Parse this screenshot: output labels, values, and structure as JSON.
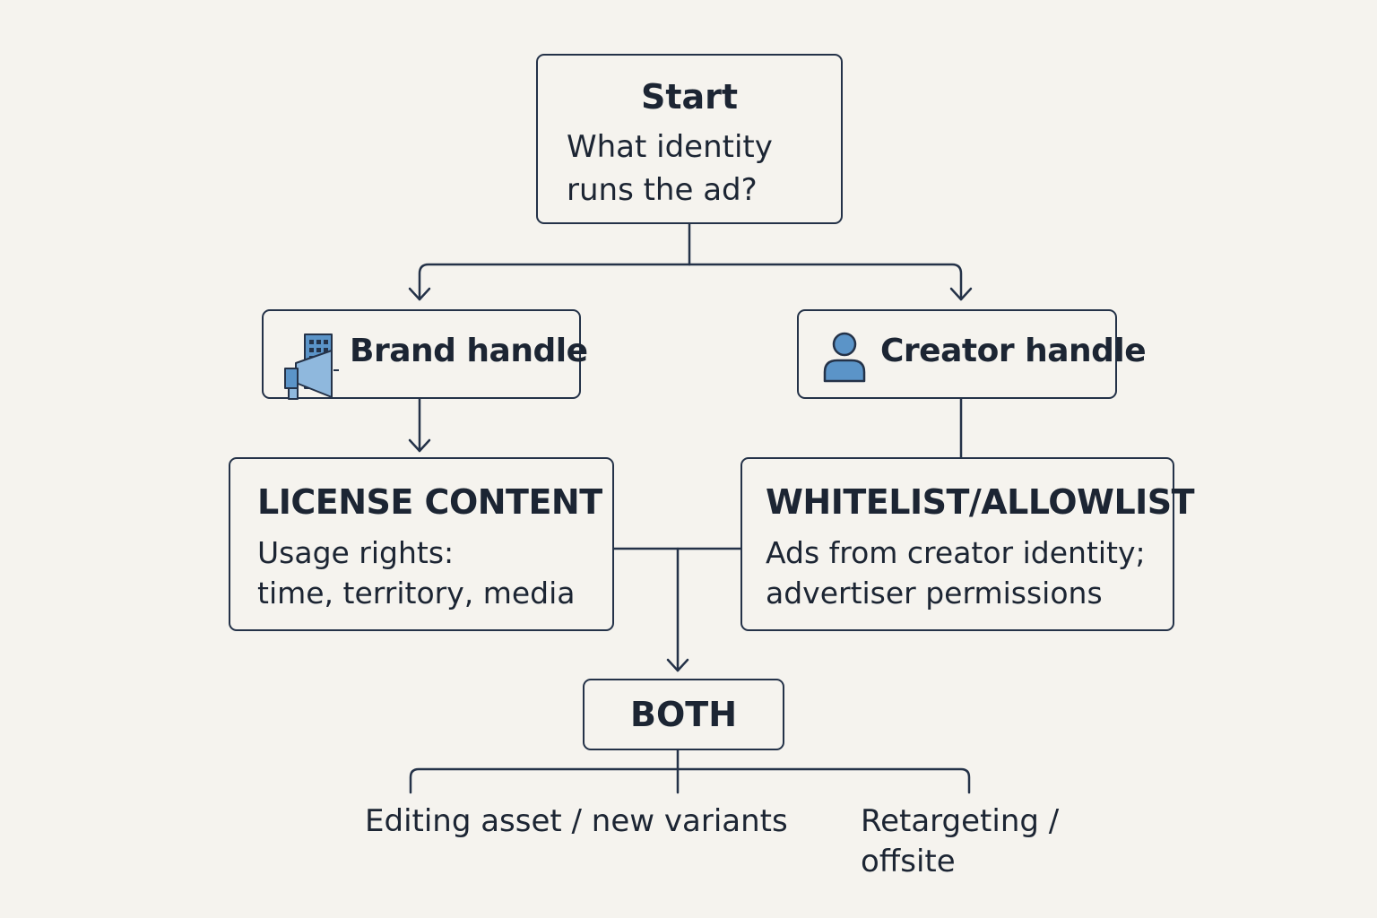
{
  "colors": {
    "background": "#f5f3ee",
    "stroke": "#243248",
    "text": "#1c2533",
    "icon_fill": "#5b94c8",
    "icon_fill_light": "#8fb8dd"
  },
  "start": {
    "title": "Start",
    "question": "What identity\nruns the ad?"
  },
  "brand": {
    "label": "Brand handle",
    "icon": "building-megaphone-icon"
  },
  "creator": {
    "label": "Creator handle",
    "icon": "person-icon"
  },
  "license": {
    "title": "LICENSE CONTENT",
    "text": "Usage rights:\ntime, territory, media"
  },
  "whitelist": {
    "title": "WHITELIST/ALLOWLIST",
    "text": "Ads from creator identity;\nadvertiser permissions"
  },
  "both": {
    "label": "BOTH"
  },
  "outcomes": {
    "editing": "Editing asset / new variants",
    "retargeting": "Retargeting /\noffsite"
  }
}
